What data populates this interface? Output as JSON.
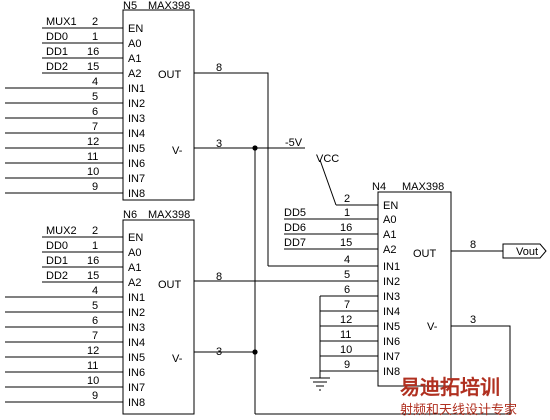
{
  "chips": {
    "n5": {
      "ref": "N5",
      "part": "MAX398",
      "left_pins": [
        "EN",
        "A0",
        "A1",
        "A2",
        "IN1",
        "IN2",
        "IN3",
        "IN4",
        "IN5",
        "IN6",
        "IN7",
        "IN8"
      ],
      "left_nums": [
        "2",
        "1",
        "16",
        "15",
        "4",
        "5",
        "6",
        "7",
        "12",
        "11",
        "10",
        "9"
      ],
      "left_nets": [
        "MUX1",
        "DD0",
        "DD1",
        "DD2"
      ],
      "out_label": "OUT",
      "out_num": "8",
      "vm_label": "V-",
      "vm_num": "3"
    },
    "n6": {
      "ref": "N6",
      "part": "MAX398",
      "left_pins": [
        "EN",
        "A0",
        "A1",
        "A2",
        "IN1",
        "IN2",
        "IN3",
        "IN4",
        "IN5",
        "IN6",
        "IN7",
        "IN8"
      ],
      "left_nums": [
        "2",
        "1",
        "16",
        "15",
        "4",
        "5",
        "6",
        "7",
        "12",
        "11",
        "10",
        "9"
      ],
      "left_nets": [
        "MUX2",
        "DD0",
        "DD1",
        "DD2"
      ],
      "out_label": "OUT",
      "out_num": "8",
      "vm_label": "V-",
      "vm_num": "3"
    },
    "n4": {
      "ref": "N4",
      "part": "MAX398",
      "left_pins": [
        "EN",
        "A0",
        "A1",
        "A2",
        "IN1",
        "IN2",
        "IN3",
        "IN4",
        "IN5",
        "IN6",
        "IN7",
        "IN8"
      ],
      "left_nums": [
        "2",
        "1",
        "16",
        "15",
        "4",
        "5",
        "6",
        "7",
        "12",
        "11",
        "10",
        "9"
      ],
      "left_nets": [
        "DD5",
        "DD6",
        "DD7"
      ],
      "out_label": "OUT",
      "out_num": "8",
      "vm_label": "V-",
      "vm_num": "3"
    }
  },
  "nets": {
    "neg5": "-5V",
    "vcc": "VCC",
    "vout": "Vout"
  },
  "watermark": {
    "main": "易迪拓培训",
    "sub": "射频和天线设计专家"
  }
}
